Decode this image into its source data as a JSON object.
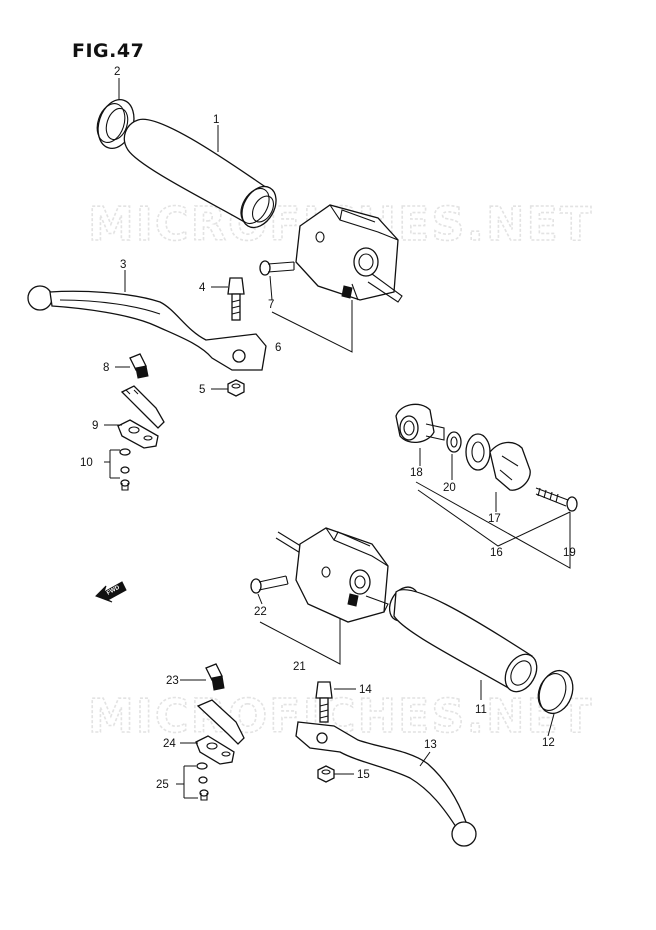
{
  "figure": {
    "title": "FIG.47"
  },
  "watermarks": [
    "MICROFICHES.NET",
    "MICROFICHES.NET"
  ],
  "fwd_label": "FWD",
  "labels": {
    "p1": "1",
    "p2": "2",
    "p3": "3",
    "p4": "4",
    "p5": "5",
    "p6": "6",
    "p7": "7",
    "p8": "8",
    "p9": "9",
    "p10": "10",
    "p11": "11",
    "p12": "12",
    "p13": "13",
    "p14": "14",
    "p15": "15",
    "p16": "16",
    "p17": "17",
    "p18": "18",
    "p19": "19",
    "p20": "20",
    "p21": "21",
    "p22": "22",
    "p23": "23",
    "p24": "24",
    "p25": "25"
  }
}
